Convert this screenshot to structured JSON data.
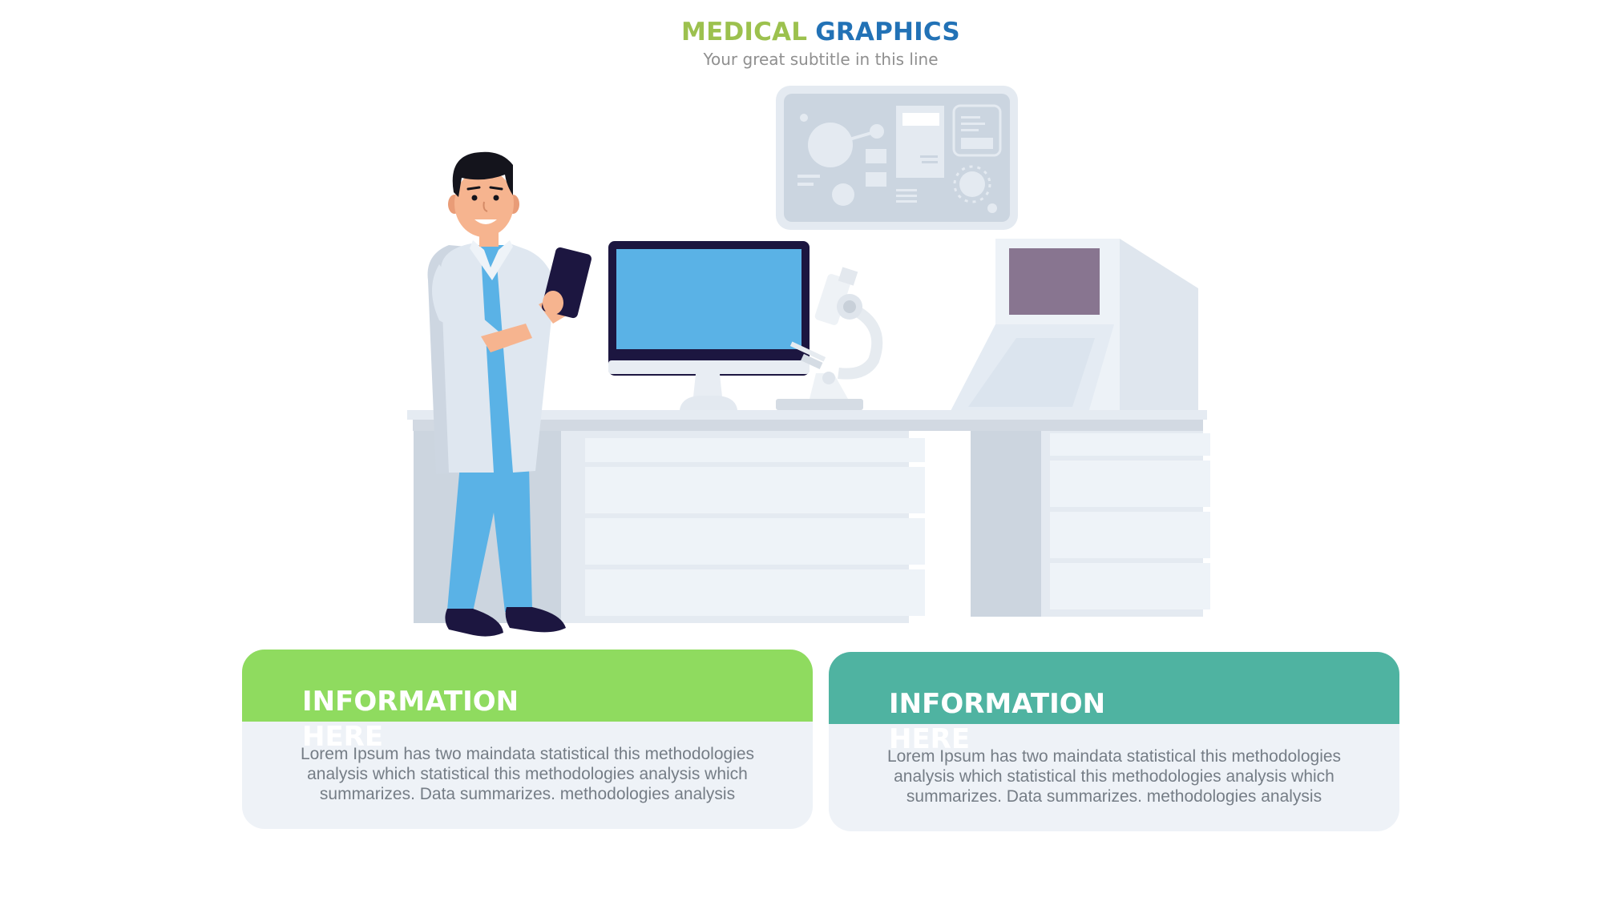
{
  "header": {
    "title_part1": "MEDICAL",
    "title_part2": "GRAPHICS",
    "subtitle": "Your great subtitle in this line"
  },
  "cards": [
    {
      "title": "INFORMATION HERE",
      "body": "Lorem Ipsum has two maindata statistical this methodologies analysis which statistical this methodologies analysis which summarizes. Data summarizes. methodologies analysis"
    },
    {
      "title": "INFORMATION HERE",
      "body": "Lorem Ipsum has two maindata statistical this methodologies analysis which statistical this methodologies analysis which summarizes. Data summarizes. methodologies analysis"
    }
  ],
  "colors": {
    "title_green": "#9cc14e",
    "title_blue": "#2272b6",
    "card1_header": "#8fdb5f",
    "card2_header": "#4fb3a1",
    "card_body": "#eef2f7",
    "monitor_screen": "#5ab2e6",
    "scrubs": "#5ab2e6"
  }
}
